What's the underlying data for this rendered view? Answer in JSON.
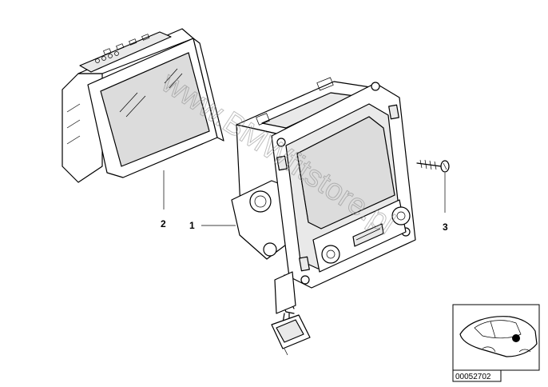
{
  "callouts": {
    "part1": "1",
    "part2": "2",
    "part3": "3"
  },
  "watermark": "www.BMWfitstore.pl",
  "reference_number": "00052702",
  "icons": {
    "navigation_monitor": "monitor-with-bracket-icon",
    "screen_module": "display-module-icon",
    "screw": "screw-icon",
    "car_location": "car-silhouette-icon"
  }
}
